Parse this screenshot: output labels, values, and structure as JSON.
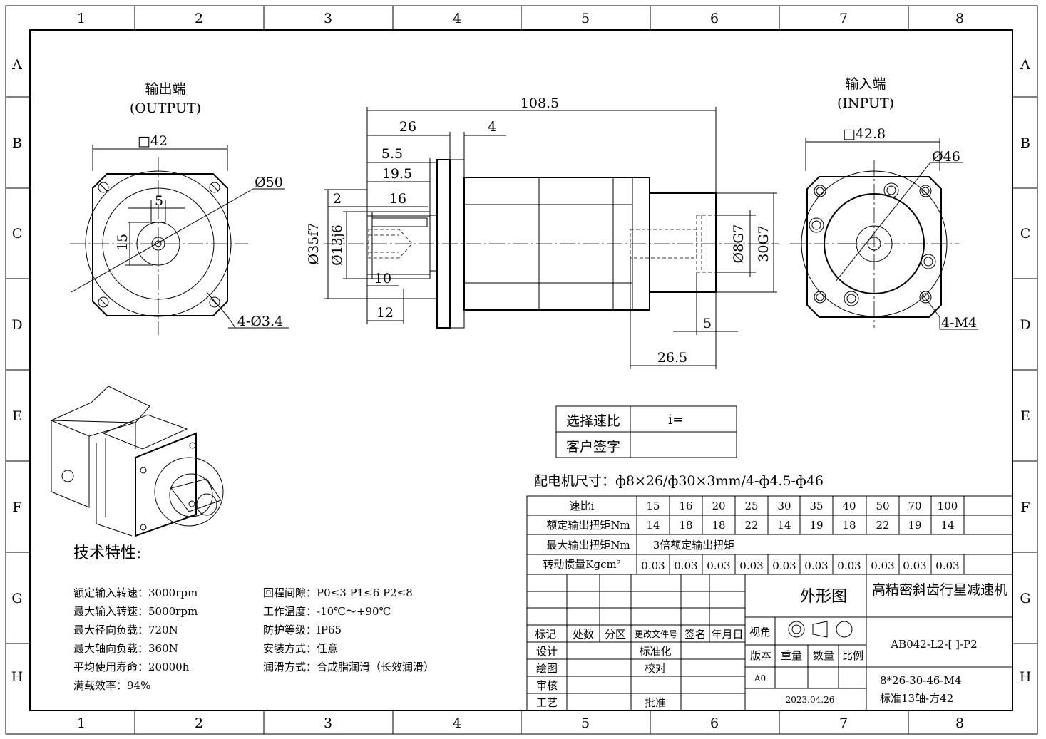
{
  "frame": {
    "columns": [
      "1",
      "2",
      "3",
      "4",
      "5",
      "6",
      "7",
      "8"
    ],
    "rows": [
      "A",
      "B",
      "C",
      "D",
      "E",
      "F",
      "G",
      "H"
    ]
  },
  "output_view": {
    "title": "输出端",
    "subtitle": "(OUTPUT)",
    "dims": {
      "square": "□42",
      "dia": "Ø50",
      "key": "5",
      "height": "15",
      "holes": "4-Ø3.4"
    }
  },
  "side_view": {
    "dims": {
      "total": "108.5",
      "d26": "26",
      "d4": "4",
      "d5_5": "5.5",
      "d19_5": "19.5",
      "d2": "2",
      "d16": "16",
      "d35": "Ø35f7",
      "d13": "Ø13j6",
      "d10": "10",
      "d12": "12",
      "d8": "Ø8G7",
      "d30": "30G7",
      "d5": "5",
      "d26_5": "26.5"
    }
  },
  "input_view": {
    "title": "输入端",
    "subtitle": "(INPUT)",
    "dims": {
      "square": "□42.8",
      "dia": "Ø46",
      "holes": "4-M4"
    }
  },
  "ratio_select": {
    "rows": [
      {
        "label": "选择速比",
        "value": "i="
      },
      {
        "label": "客户签字",
        "value": ""
      }
    ]
  },
  "motor_size": "配电机尺寸：ф8×26/ф30×3mm/4-ф4.5-ф46",
  "spec_table": {
    "header_label": "速比i",
    "ratios": [
      "15",
      "16",
      "20",
      "25",
      "30",
      "35",
      "40",
      "50",
      "70",
      "100"
    ],
    "rated_label": "额定输出扭矩Nm",
    "rated": [
      "14",
      "18",
      "18",
      "22",
      "14",
      "19",
      "18",
      "22",
      "19",
      "14"
    ],
    "max_label": "最大输出扭矩Nm",
    "max_value": "3倍额定输出扭矩",
    "inertia_label": "转动惯量Kgcm²",
    "inertia": [
      "0.03",
      "0.03",
      "0.03",
      "0.03",
      "0.03",
      "0.03",
      "0.03",
      "0.03",
      "0.03",
      "0.03"
    ]
  },
  "tech": {
    "title": "技术特性:",
    "left": [
      "额定输入转速：3000rpm",
      "最大输入转速：5000rpm",
      "最大径向负载：720N",
      "最大轴向负载：360N",
      "平均使用寿命：20000h",
      "满载效率：94%"
    ],
    "right": [
      "回程间隙：P0≤3  P1≤6  P2≤8",
      "工作温度：-10℃～+90℃",
      "防护等级：IP65",
      "安装方式：任意",
      "润滑方式：合成脂润滑（长效润滑）"
    ]
  },
  "title_block": {
    "drawing_name": "外形图",
    "product_name": "高精密斜齿行星减速机",
    "model": "AB042-L2-[ ]-P2",
    "spec1": "8*26-30-46-M4",
    "spec2": "标准13轴-方42",
    "headers": [
      "标记",
      "处数",
      "分区",
      "更改文件号",
      "签名",
      "年月日"
    ],
    "projection": "视角",
    "version_headers": [
      "版本",
      "重量",
      "数量",
      "比例"
    ],
    "version": "A0",
    "date": "2023.04.26",
    "roles_left": [
      "设计",
      "绘图",
      "审核",
      "工艺"
    ],
    "roles_right": [
      "标准化",
      "校对",
      "",
      "批准"
    ]
  }
}
